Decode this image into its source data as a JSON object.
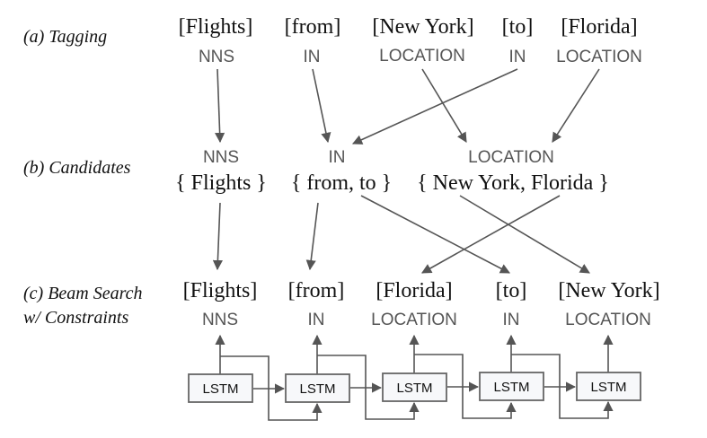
{
  "rows": {
    "tagging": {
      "label": "(a) Tagging",
      "tokens": [
        {
          "word": "[Flights]",
          "tag": "NNS"
        },
        {
          "word": "[from]",
          "tag": "IN"
        },
        {
          "word": "[New York]",
          "tag": "LOCATION"
        },
        {
          "word": "[to]",
          "tag": "IN"
        },
        {
          "word": "[Florida]",
          "tag": "LOCATION"
        }
      ]
    },
    "candidates": {
      "label": "(b) Candidates",
      "groups": [
        {
          "tag": "NNS",
          "set": "{ Flights }"
        },
        {
          "tag": "IN",
          "set": "{ from, to }"
        },
        {
          "tag": "LOCATION",
          "set": "{ New York, Florida }"
        }
      ]
    },
    "beam": {
      "label_line1": "(c) Beam Search",
      "label_line2": "w/ Constraints",
      "tokens": [
        {
          "word": "[Flights]",
          "tag": "NNS"
        },
        {
          "word": "[from]",
          "tag": "IN"
        },
        {
          "word": "[Florida]",
          "tag": "LOCATION"
        },
        {
          "word": "[to]",
          "tag": "IN"
        },
        {
          "word": "[New York]",
          "tag": "LOCATION"
        }
      ],
      "cells": [
        "LSTM",
        "LSTM",
        "LSTM",
        "LSTM",
        "LSTM"
      ]
    }
  }
}
